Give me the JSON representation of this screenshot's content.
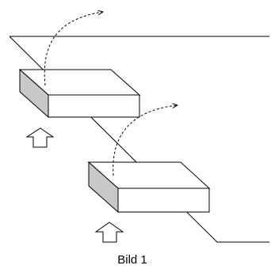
{
  "figure": {
    "caption": "Bild 1",
    "colors": {
      "stroke": "#000000",
      "box_side_shade": "#c8c8c8",
      "background": "#ffffff"
    },
    "elements": {
      "blocks": [
        "upper-block",
        "lower-block"
      ],
      "arrows": [
        "upper-block-up-arrow",
        "lower-block-up-arrow"
      ],
      "dashed_paths": [
        "upper-block-lift-arrow",
        "lower-block-lift-arrow"
      ]
    }
  }
}
